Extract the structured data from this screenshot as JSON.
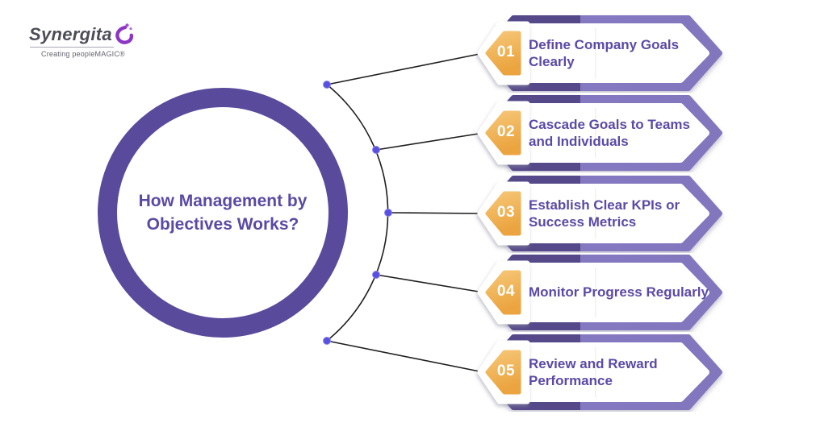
{
  "logo": {
    "name": "Synergita",
    "tagline": "Creating peopleMAGIC®"
  },
  "center": {
    "title": "How Management by Objectives Works?"
  },
  "steps": [
    {
      "number": "01",
      "label": "Define Company Goals Clearly"
    },
    {
      "number": "02",
      "label": "Cascade Goals to Teams and Individuals"
    },
    {
      "number": "03",
      "label": "Establish Clear KPIs or Success Metrics"
    },
    {
      "number": "04",
      "label": "Monitor Progress Regularly"
    },
    {
      "number": "05",
      "label": "Review and Reward Performance"
    }
  ],
  "colors": {
    "ring_purple": "#5a4a9c",
    "title_purple": "#5b4aa3",
    "banner_dark_purple": "#55488a",
    "banner_light_purple": "#8377bf",
    "badge_yellow_top": "#f6c778",
    "badge_yellow_bottom": "#eba43f",
    "dot_blue": "#5850e0",
    "line_black": "#1e1e1e",
    "logo_gray": "#4d4d58",
    "logo_swirl_purple": "#8e35c6"
  }
}
